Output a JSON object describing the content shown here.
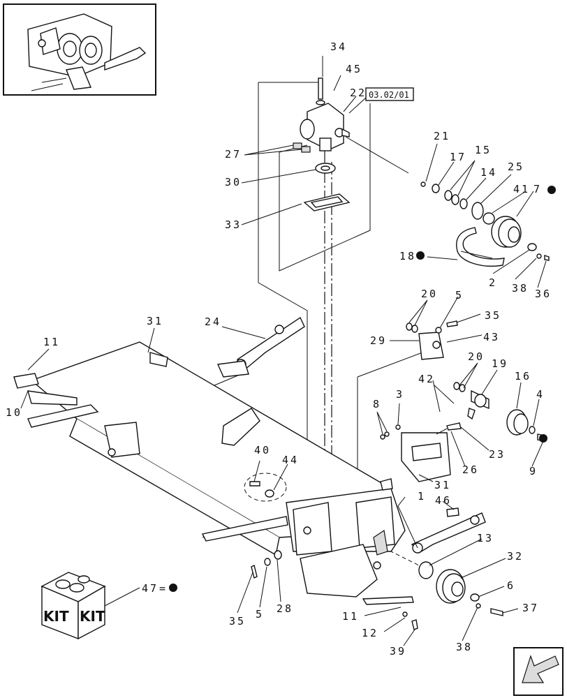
{
  "ref_box": "03.02/01",
  "kit": {
    "label_left": "KIT",
    "label_right": "KIT",
    "callout": "47",
    "equals": "="
  },
  "callouts": {
    "c34": "34",
    "c45": "45",
    "c22": "22",
    "c27": "27",
    "c30": "30",
    "c33": "33",
    "c21": "21",
    "c17": "17",
    "c15": "15",
    "c14": "14",
    "c25": "25",
    "c41": "41",
    "c7": "7",
    "c18": "18",
    "c2": "2",
    "c38a": "38",
    "c36": "36",
    "c31a": "31",
    "c24": "24",
    "c11a": "11",
    "c10": "10",
    "c20a": "20",
    "c5a": "5",
    "c35a": "35",
    "c29": "29",
    "c43": "43",
    "c20b": "20",
    "c19": "19",
    "c16": "16",
    "c4": "4",
    "c42": "42",
    "c8": "8",
    "c3": "3",
    "c23": "23",
    "c26": "26",
    "c9": "9",
    "c31b": "31",
    "c40": "40",
    "c44": "44",
    "c1": "1",
    "c46": "46",
    "c13": "13",
    "c32": "32",
    "c6": "6",
    "c37": "37",
    "c38b": "38",
    "c35b": "35",
    "c5b": "5",
    "c28": "28",
    "c11b": "11",
    "c12": "12",
    "c39": "39"
  }
}
